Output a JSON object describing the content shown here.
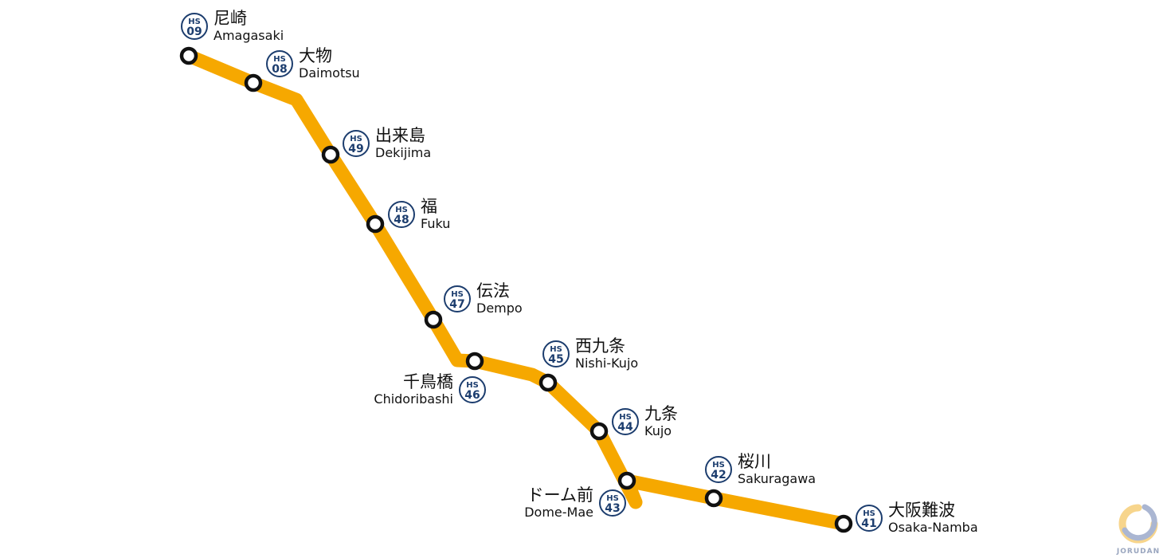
{
  "line": {
    "color": "#f6a800",
    "badge_color": "#1c3d6e",
    "station_fill": "#ffffff",
    "station_stroke": "#111111"
  },
  "stations": [
    {
      "code_prefix": "HS",
      "code_num": "09",
      "name_jp": "尼崎",
      "name_en": "Amagasaki"
    },
    {
      "code_prefix": "HS",
      "code_num": "08",
      "name_jp": "大物",
      "name_en": "Daimotsu"
    },
    {
      "code_prefix": "HS",
      "code_num": "49",
      "name_jp": "出来島",
      "name_en": "Dekijima"
    },
    {
      "code_prefix": "HS",
      "code_num": "48",
      "name_jp": "福",
      "name_en": "Fuku"
    },
    {
      "code_prefix": "HS",
      "code_num": "47",
      "name_jp": "伝法",
      "name_en": "Dempo"
    },
    {
      "code_prefix": "HS",
      "code_num": "46",
      "name_jp": "千鳥橋",
      "name_en": "Chidoribashi"
    },
    {
      "code_prefix": "HS",
      "code_num": "45",
      "name_jp": "西九条",
      "name_en": "Nishi-Kujo"
    },
    {
      "code_prefix": "HS",
      "code_num": "44",
      "name_jp": "九条",
      "name_en": "Kujo"
    },
    {
      "code_prefix": "HS",
      "code_num": "43",
      "name_jp": "ドーム前",
      "name_en": "Dome-Mae"
    },
    {
      "code_prefix": "HS",
      "code_num": "42",
      "name_jp": "桜川",
      "name_en": "Sakuragawa"
    },
    {
      "code_prefix": "HS",
      "code_num": "41",
      "name_jp": "大阪難波",
      "name_en": "Osaka-Namba"
    }
  ],
  "logo": {
    "text": "JORUDAN",
    "colors": [
      "#f7d58c",
      "#aab6d2"
    ]
  }
}
